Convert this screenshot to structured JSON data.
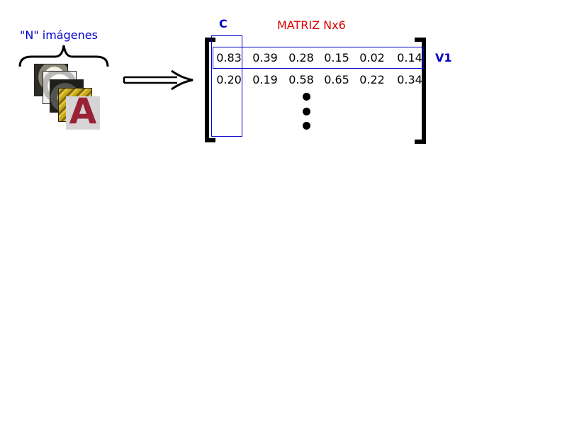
{
  "left_panel": {
    "images_label": "\"N\" imágenes",
    "label_color": "#0000cc",
    "thumbnails": [
      "texture-thumbnail",
      "texture-thumbnail",
      "texture-thumbnail",
      "texture-thumbnail",
      "letter-a-thumbnail"
    ],
    "letter": "A"
  },
  "arrow": {
    "icon": "double-right-arrow-icon"
  },
  "matrix": {
    "title": "MATRIZ Nx6",
    "title_color": "#dd0000",
    "column_label": "C",
    "row_label": "V1",
    "label_color": "#0000cc",
    "rows": [
      [
        "0.83",
        "0.39",
        "0.28",
        "0.15",
        "0.02",
        "0.14"
      ],
      [
        "0.20",
        "0.19",
        "0.58",
        "0.65",
        "0.22",
        "0.34"
      ]
    ],
    "continuation": "vertical-ellipsis"
  }
}
